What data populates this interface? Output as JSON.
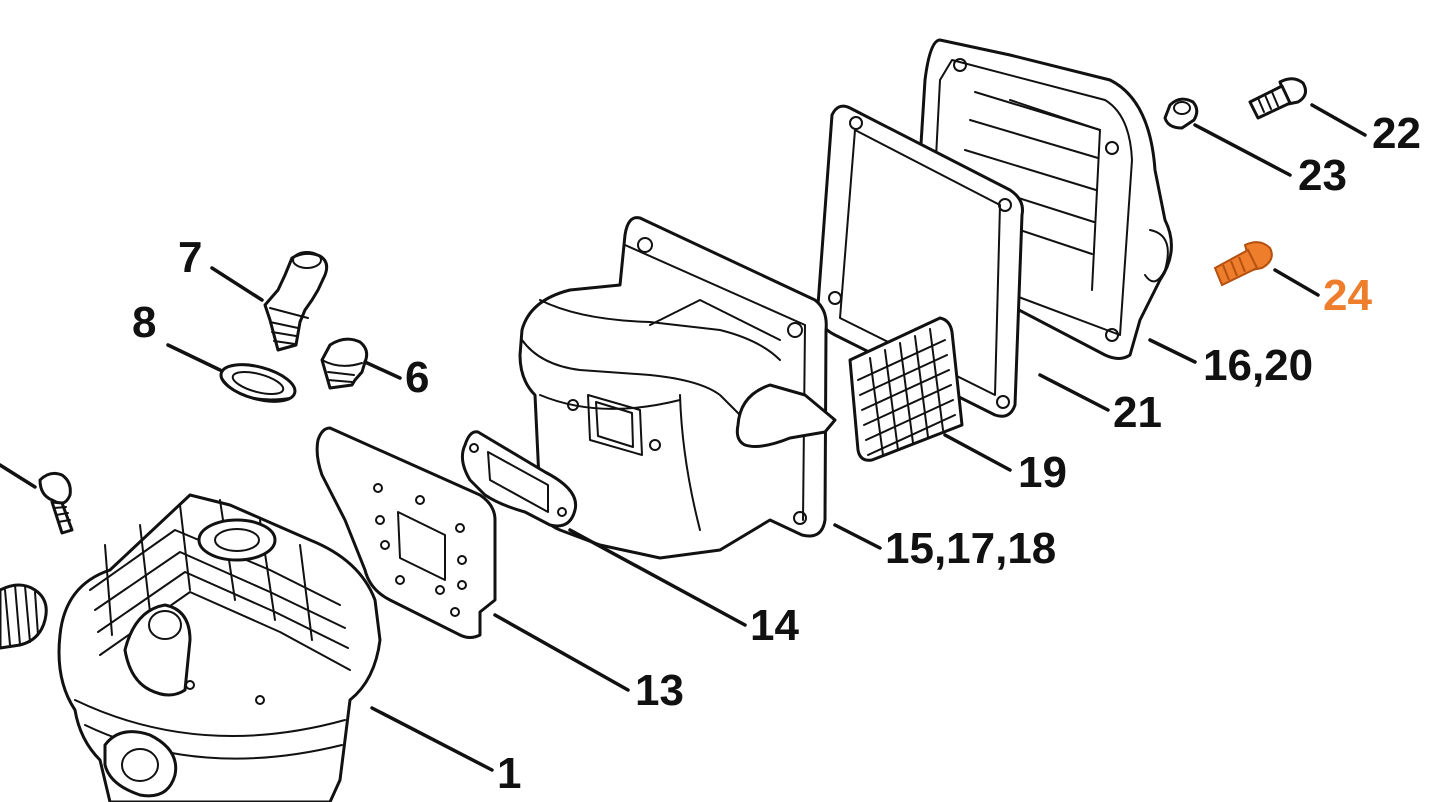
{
  "diagram": {
    "highlight_color": "#ee7d2c",
    "line_color": "#111111",
    "callouts": [
      {
        "id": "1",
        "label": "1"
      },
      {
        "id": "6",
        "label": "6"
      },
      {
        "id": "7",
        "label": "7"
      },
      {
        "id": "8",
        "label": "8"
      },
      {
        "id": "13",
        "label": "13"
      },
      {
        "id": "14",
        "label": "14"
      },
      {
        "id": "15",
        "label": "15,17,18"
      },
      {
        "id": "16",
        "label": "16,20"
      },
      {
        "id": "19",
        "label": "19"
      },
      {
        "id": "21",
        "label": "21"
      },
      {
        "id": "22",
        "label": "22"
      },
      {
        "id": "23",
        "label": "23"
      },
      {
        "id": "24",
        "label": "24",
        "highlighted": true
      }
    ],
    "parts": [
      {
        "callout": "1",
        "icon": "cylinder-icon"
      },
      {
        "callout": "6",
        "icon": "plug-screw-icon"
      },
      {
        "callout": "7",
        "icon": "decompression-valve-icon"
      },
      {
        "callout": "8",
        "icon": "washer-ring-icon"
      },
      {
        "callout": "13",
        "icon": "base-plate-icon"
      },
      {
        "callout": "14",
        "icon": "muffler-gasket-icon"
      },
      {
        "callout": "15,17,18",
        "icon": "muffler-body-icon"
      },
      {
        "callout": "16,20",
        "icon": "muffler-cover-icon"
      },
      {
        "callout": "19",
        "icon": "spark-arresting-screen-icon"
      },
      {
        "callout": "21",
        "icon": "cover-gasket-icon"
      },
      {
        "callout": "22",
        "icon": "screw-icon"
      },
      {
        "callout": "23",
        "icon": "collar-screw-icon"
      },
      {
        "callout": "24",
        "icon": "screw-icon"
      }
    ]
  }
}
